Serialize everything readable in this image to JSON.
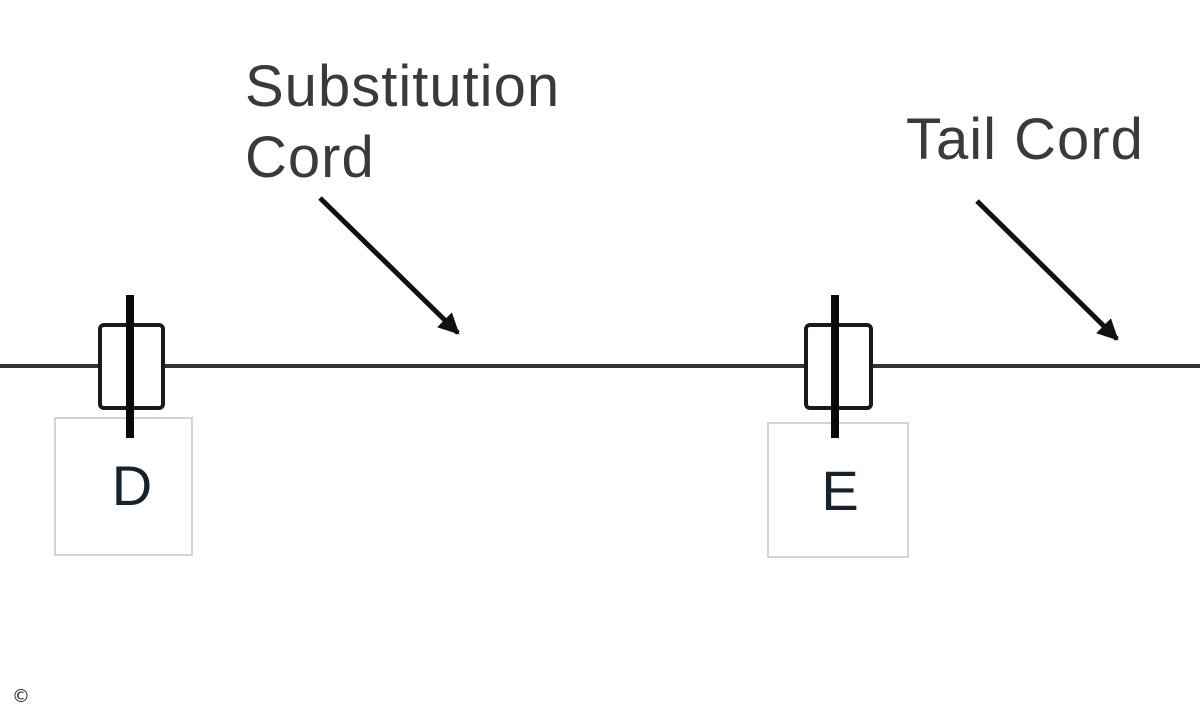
{
  "labels": {
    "substitution_cord": [
      "Substitution",
      "Cord"
    ],
    "tail_cord": "Tail Cord"
  },
  "markers": {
    "d": "D",
    "e": "E"
  },
  "footer": {
    "copyright_symbol": "©"
  },
  "colors": {
    "line": "#333333",
    "connector_outline": "#1a1a1a",
    "label_box_border": "#d4d4d4",
    "marker_letter": "#16232f",
    "label_text": "#3a3a3a"
  }
}
